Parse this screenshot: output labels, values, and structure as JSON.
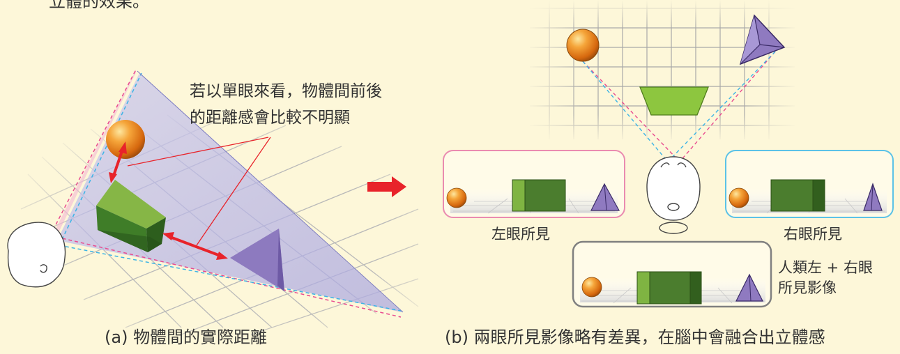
{
  "intro_text_fragment": "立體的效果。",
  "annotation": {
    "line1": "若以單眼來看，物體間前後",
    "line2": "的距離感會比較不明顯"
  },
  "labels": {
    "left_eye": "左眼所見",
    "right_eye": "右眼所見",
    "combined_line1": "人類左 + 右眼",
    "combined_line2": "所見影像"
  },
  "captions": {
    "a": "(a) 物體間的實際距離",
    "b": "(b) 兩眼所見影像略有差異，在腦中會融合出立體感"
  },
  "colors": {
    "background": "#fdf7d9",
    "arrow_red": "#e8232a",
    "sphere_orange": "#f0921e",
    "cube_green": "#4b8a2e",
    "pyramid_purple": "#8f7ac0",
    "left_eye_frame": "#ea8bb0",
    "right_eye_frame": "#5bc2e7",
    "combined_frame": "#808080"
  }
}
